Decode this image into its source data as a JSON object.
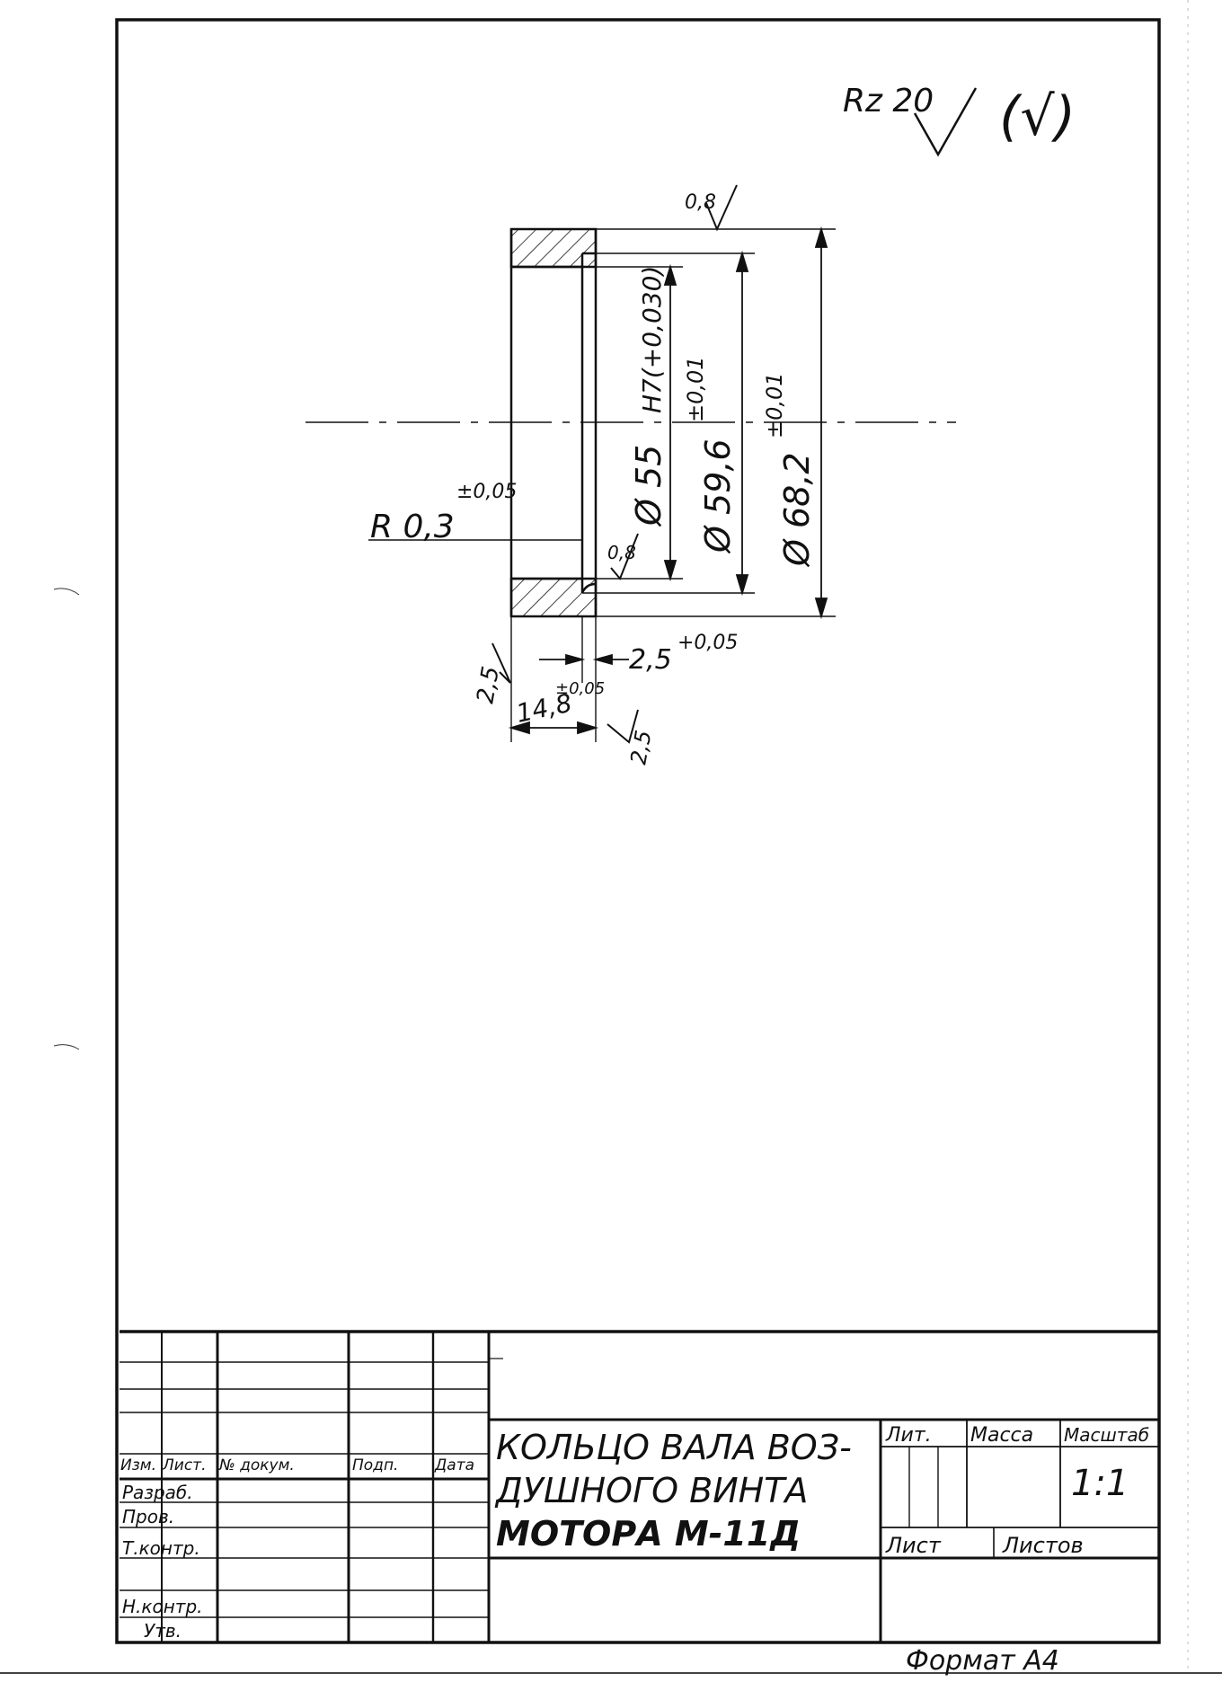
{
  "drawing": {
    "surface_finish_general": "Rz 20",
    "surface_finish_bracket": "(√)",
    "dims": {
      "rough_top": "0,8",
      "rough_inner": "0,8",
      "rough_left": "2,5",
      "rough_bottom": "2,5",
      "radius": "R 0,3",
      "radius_tol": "±0,05",
      "d_bore": "Ø 55",
      "d_bore_fit": "H7(+0,030)",
      "d_mid": "Ø 59,6",
      "d_mid_tol": "±0,01",
      "d_outer": "Ø 68,2",
      "d_outer_tol": "±0,01",
      "width": "14,8",
      "width_tol": "±0,05",
      "step": "2,5",
      "step_tol": "+0,05"
    }
  },
  "title_block": {
    "col_headers": [
      "Изм.",
      "Лист.",
      "№ докум.",
      "Подп.",
      "Дата"
    ],
    "rows": [
      "Разраб.",
      "Пров.",
      "Т.контр.",
      "",
      "Н.контр.",
      "Утв."
    ],
    "title_lines": [
      "КОЛЬЦО ВАЛА ВОЗ-",
      "ДУШНОГО ВИНТА",
      "МОТОРА  М-11Д"
    ],
    "lit_label": "Лит.",
    "mass_label": "Масса",
    "scale_label": "Масштаб",
    "scale_value": "1:1",
    "sheet_label": "Лист",
    "sheets_label": "Листов"
  },
  "format_label": "Формат А4"
}
